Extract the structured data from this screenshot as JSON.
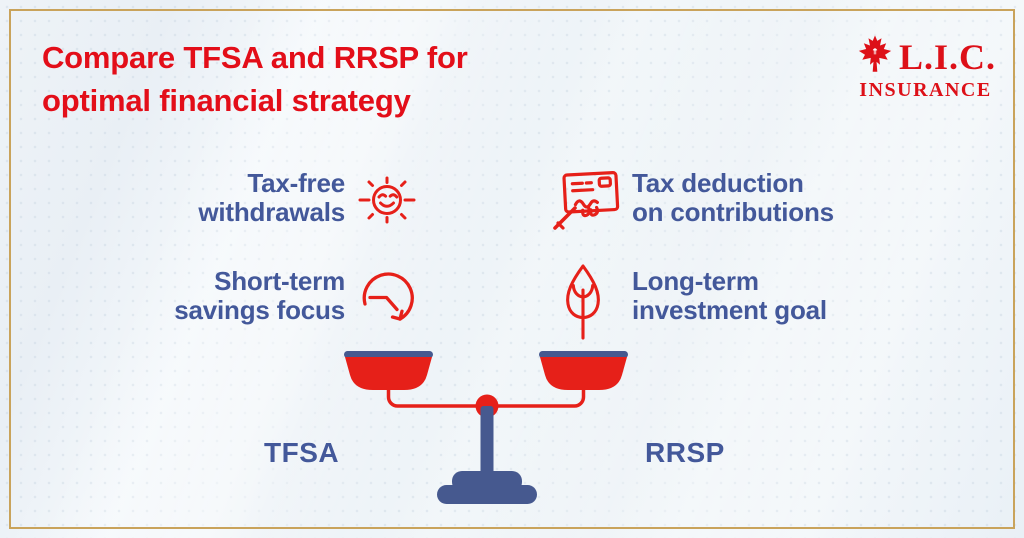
{
  "canvas": {
    "background_color": "#edf2f7",
    "frame_border_color": "#c9a35b"
  },
  "header": {
    "title_line1": "Compare TFSA and RRSP for",
    "title_line2": "optimal financial strategy",
    "title_color": "#e30e19"
  },
  "logo": {
    "icon": "maple-leaf-icon",
    "name": "L.I.C.",
    "subtitle": "INSURANCE",
    "color": "#dd1018"
  },
  "features": [
    {
      "id": "tax-free-withdrawals",
      "side": "left",
      "icon": "sun-smile-icon",
      "lines": [
        "Tax-free",
        "withdrawals"
      ]
    },
    {
      "id": "tax-deduction",
      "side": "right",
      "icon": "cheque-signature-icon",
      "lines": [
        "Tax deduction",
        "on contributions"
      ]
    },
    {
      "id": "short-term-savings",
      "side": "left",
      "icon": "clock-history-icon",
      "lines": [
        "Short-term",
        "savings focus"
      ]
    },
    {
      "id": "long-term-investment",
      "side": "right",
      "icon": "leaf-icon",
      "lines": [
        "Long-term",
        "investment goal"
      ]
    }
  ],
  "scale": {
    "left_label": "TFSA",
    "right_label": "RRSP",
    "pan_color": "#e62019",
    "rim_color": "#46598f",
    "pole_color": "#46598f"
  },
  "colors": {
    "accent_red": "#e62019",
    "text_blue": "#43589a",
    "dot_pattern": "#cdd9e4"
  }
}
